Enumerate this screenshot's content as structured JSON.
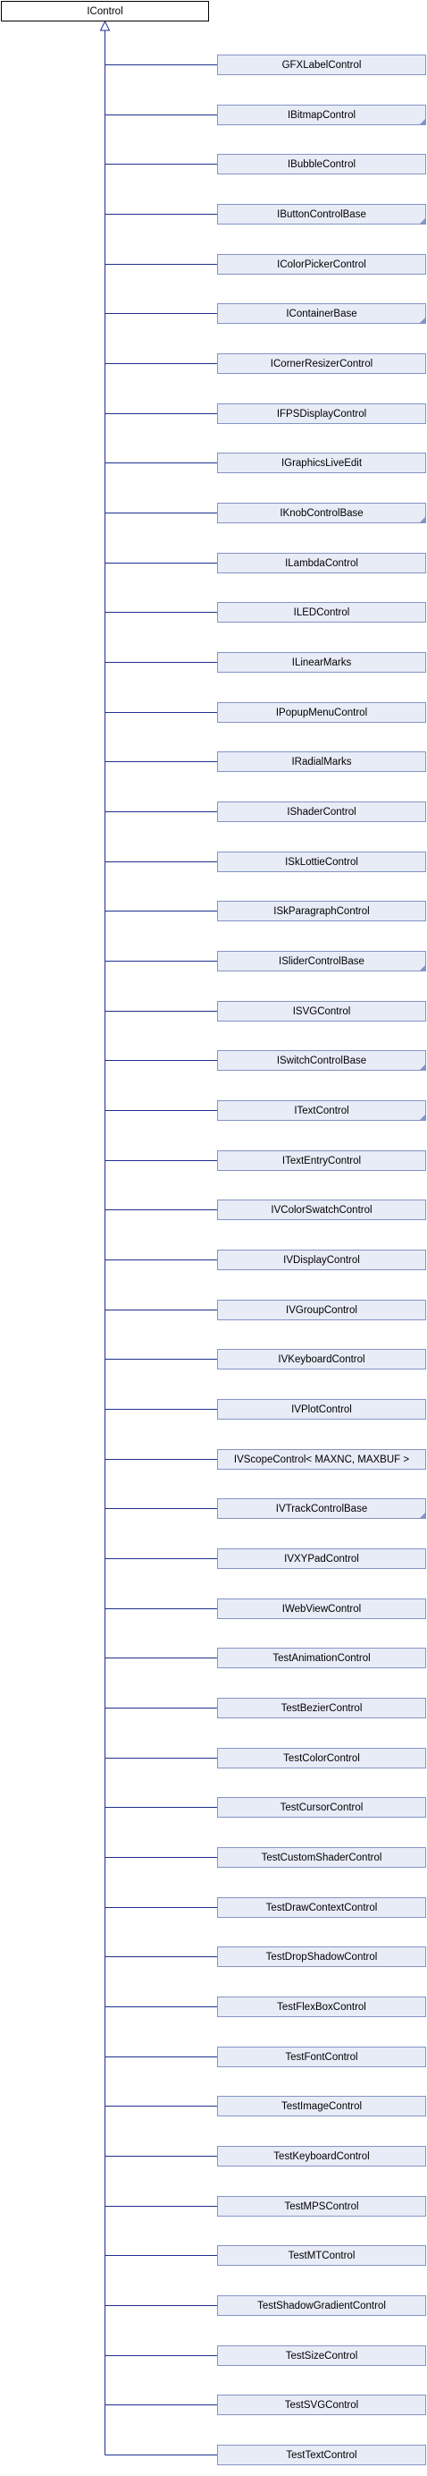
{
  "diagram": {
    "type": "class-inheritance",
    "root": {
      "label": "IControl"
    },
    "children": [
      {
        "label": "GFXLabelControl",
        "expandable": false
      },
      {
        "label": "IBitmapControl",
        "expandable": true
      },
      {
        "label": "IBubbleControl",
        "expandable": false
      },
      {
        "label": "IButtonControlBase",
        "expandable": true
      },
      {
        "label": "IColorPickerControl",
        "expandable": false
      },
      {
        "label": "IContainerBase",
        "expandable": true
      },
      {
        "label": "ICornerResizerControl",
        "expandable": false
      },
      {
        "label": "IFPSDisplayControl",
        "expandable": false
      },
      {
        "label": "IGraphicsLiveEdit",
        "expandable": false
      },
      {
        "label": "IKnobControlBase",
        "expandable": true
      },
      {
        "label": "ILambdaControl",
        "expandable": false
      },
      {
        "label": "ILEDControl",
        "expandable": false
      },
      {
        "label": "ILinearMarks",
        "expandable": false
      },
      {
        "label": "IPopupMenuControl",
        "expandable": false
      },
      {
        "label": "IRadialMarks",
        "expandable": false
      },
      {
        "label": "IShaderControl",
        "expandable": false
      },
      {
        "label": "ISkLottieControl",
        "expandable": false
      },
      {
        "label": "ISkParagraphControl",
        "expandable": false
      },
      {
        "label": "ISliderControlBase",
        "expandable": true
      },
      {
        "label": "ISVGControl",
        "expandable": false
      },
      {
        "label": "ISwitchControlBase",
        "expandable": true
      },
      {
        "label": "ITextControl",
        "expandable": true
      },
      {
        "label": "ITextEntryControl",
        "expandable": false
      },
      {
        "label": "IVColorSwatchControl",
        "expandable": false
      },
      {
        "label": "IVDisplayControl",
        "expandable": false
      },
      {
        "label": "IVGroupControl",
        "expandable": false
      },
      {
        "label": "IVKeyboardControl",
        "expandable": false
      },
      {
        "label": "IVPlotControl",
        "expandable": false
      },
      {
        "label": "IVScopeControl< MAXNC, MAXBUF >",
        "expandable": false
      },
      {
        "label": "IVTrackControlBase",
        "expandable": true
      },
      {
        "label": "IVXYPadControl",
        "expandable": false
      },
      {
        "label": "IWebViewControl",
        "expandable": false
      },
      {
        "label": "TestAnimationControl",
        "expandable": false
      },
      {
        "label": "TestBezierControl",
        "expandable": false
      },
      {
        "label": "TestColorControl",
        "expandable": false
      },
      {
        "label": "TestCursorControl",
        "expandable": false
      },
      {
        "label": "TestCustomShaderControl",
        "expandable": false
      },
      {
        "label": "TestDrawContextControl",
        "expandable": false
      },
      {
        "label": "TestDropShadowControl",
        "expandable": false
      },
      {
        "label": "TestFlexBoxControl",
        "expandable": false
      },
      {
        "label": "TestFontControl",
        "expandable": false
      },
      {
        "label": "TestImageControl",
        "expandable": false
      },
      {
        "label": "TestKeyboardControl",
        "expandable": false
      },
      {
        "label": "TestMPSControl",
        "expandable": false
      },
      {
        "label": "TestMTControl",
        "expandable": false
      },
      {
        "label": "TestShadowGradientControl",
        "expandable": false
      },
      {
        "label": "TestSizeControl",
        "expandable": false
      },
      {
        "label": "TestSVGControl",
        "expandable": false
      },
      {
        "label": "TestTextControl",
        "expandable": false
      }
    ],
    "colors": {
      "root_fill": "#ffffff",
      "root_stroke": "#000000",
      "node_fill": "#e8ecf7",
      "node_stroke": "#8494c4",
      "edge": "#1f2f8f",
      "corner_marker": "#8494c4"
    }
  }
}
